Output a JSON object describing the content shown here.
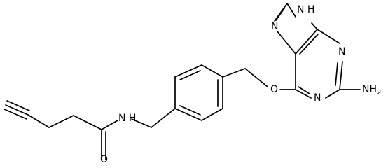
{
  "structure": {
    "atom_labels": {
      "n9h": "N H",
      "n7": "N",
      "n3": "N",
      "n1": "N",
      "nh2": "NH",
      "nh2_sub": "2",
      "o_ether": "O",
      "nh_amide": "N H",
      "o_carbonyl": "O"
    },
    "colors": {
      "bond": "#000000",
      "label": "#000000",
      "background": "#ffffff"
    }
  }
}
